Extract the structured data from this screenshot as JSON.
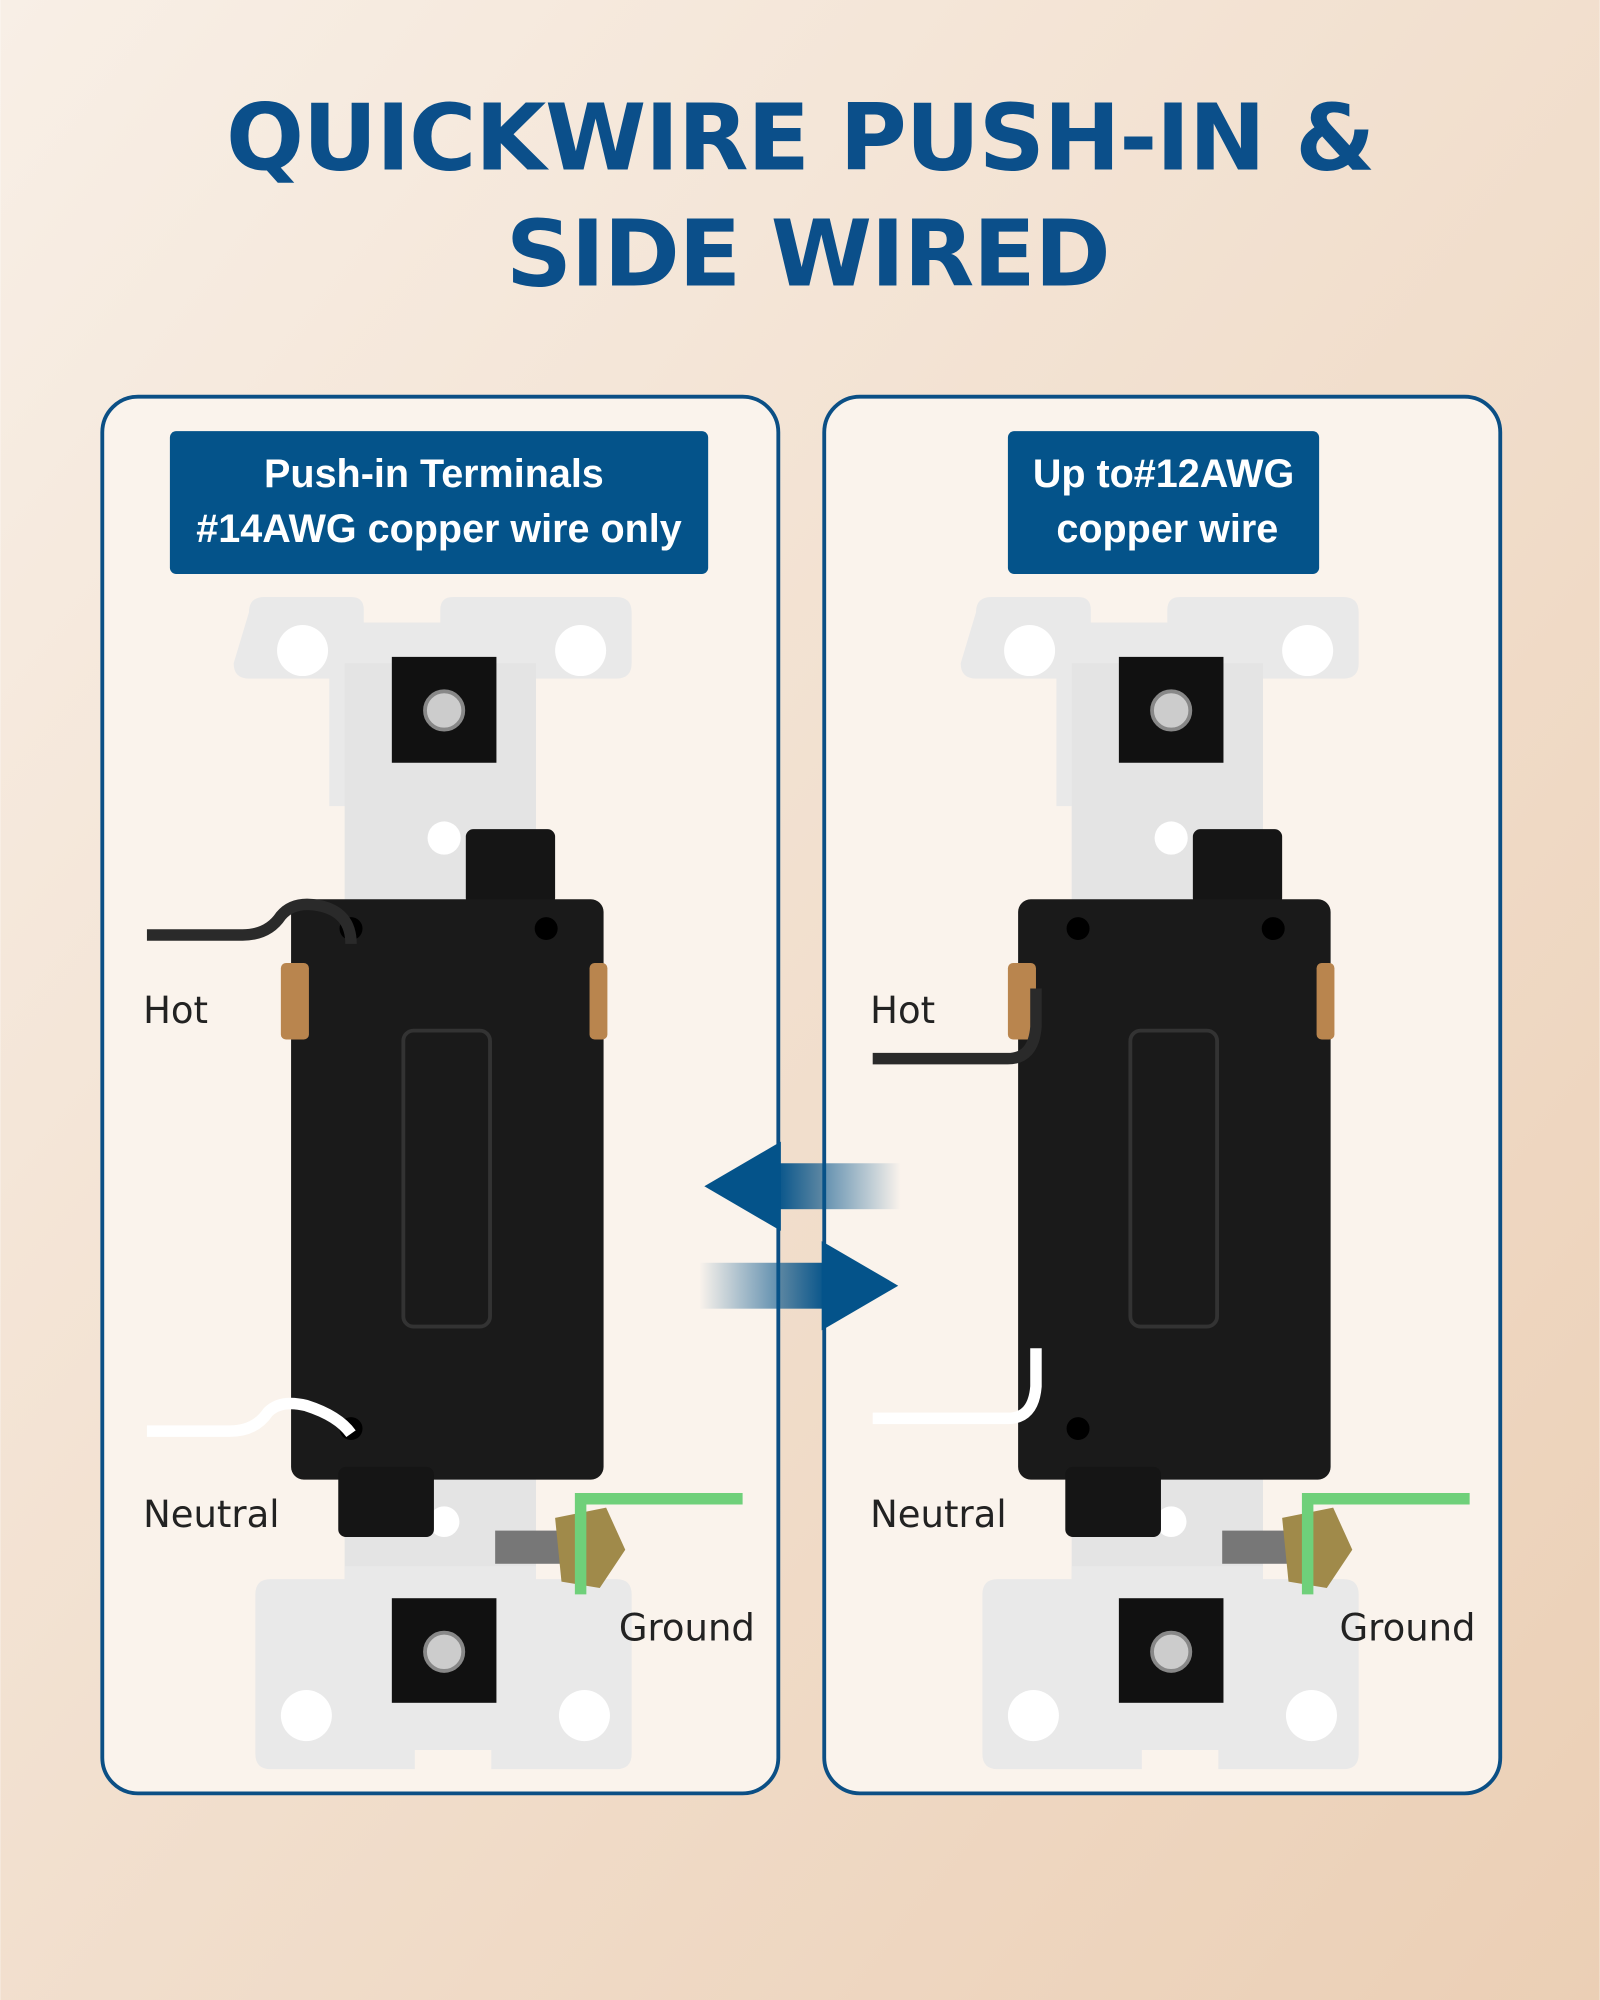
{
  "title": {
    "line1": "QUICKWIRE PUSH-IN &",
    "line2": "SIDE WIRED"
  },
  "colors": {
    "brand_blue": "#04538a",
    "background": "#f3e4d6",
    "panel": "#faf3ec",
    "ground_wire": "#6fd07a"
  },
  "panels": [
    {
      "box": {
        "line1": "Push-in Terminals",
        "line2": "#14AWG copper wire only"
      },
      "labels": {
        "hot": "Hot",
        "neutral": "Neutral",
        "ground": "Ground"
      }
    },
    {
      "box": {
        "line1": "Up to#12AWG",
        "line2": "copper wire"
      },
      "labels": {
        "hot": "Hot",
        "neutral": "Neutral",
        "ground": "Ground"
      }
    }
  ],
  "icons": {
    "center": "swap-arrows-icon"
  }
}
